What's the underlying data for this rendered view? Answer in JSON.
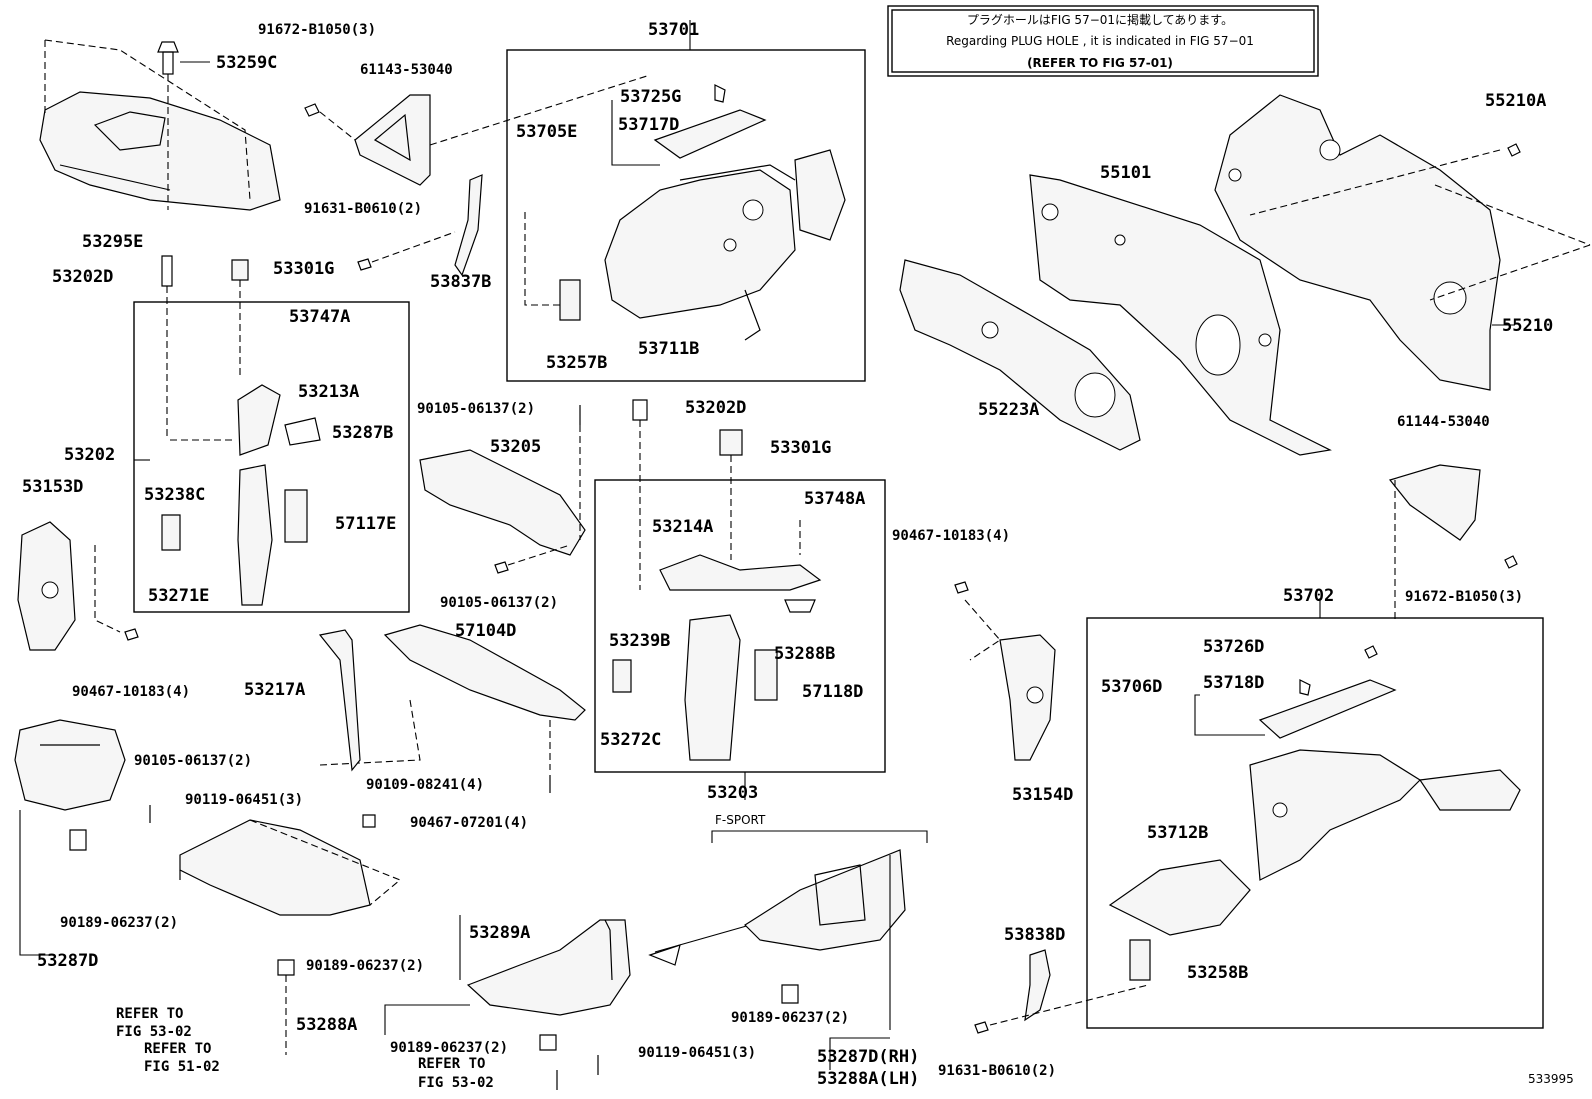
{
  "note": {
    "line1": "プラグホールはFIG 57−01に掲載してあります。",
    "line2": "Regarding  PLUG HOLE , it is indicated in FIG 57−01",
    "line3": "(REFER TO FIG 57-01)"
  },
  "labels": {
    "l_91672_b1050_a": "91672-B1050(3)",
    "l_53259c": "53259C",
    "l_61143_53040": "61143-53040",
    "l_53701": "53701",
    "l_53725g": "53725G",
    "l_53705e": "53705E",
    "l_53717d": "53717D",
    "l_55210a": "55210A",
    "l_55101": "55101",
    "l_53295e": "53295E",
    "l_91631_b0610_a": "91631-B0610(2)",
    "l_53202d_a": "53202D",
    "l_53301g_a": "53301G",
    "l_53837b": "53837B",
    "l_53257b": "53257B",
    "l_53711b": "53711B",
    "l_55210": "55210",
    "l_53747a": "53747A",
    "l_53213a": "53213A",
    "l_53287b": "53287B",
    "l_53202": "53202",
    "l_53238c": "53238C",
    "l_53153d": "53153D",
    "l_57117e": "57117E",
    "l_53271e": "53271E",
    "l_90467_10183_a": "90467-10183(4)",
    "l_55223a": "55223A",
    "l_90105_06137_a": "90105-06137(2)",
    "l_53202d_b": "53202D",
    "l_53205": "53205",
    "l_53301g_b": "53301G",
    "l_61144_53040": "61144-53040",
    "l_53748a": "53748A",
    "l_53214a": "53214A",
    "l_90467_10183_b": "90467-10183(4)",
    "l_90105_06137_b": "90105-06137(2)",
    "l_91672_b1050_b": "91672-B1050(3)",
    "l_53702": "53702",
    "l_57104d": "57104D",
    "l_53239b": "53239B",
    "l_53288b": "53288B",
    "l_53726d": "53726D",
    "l_53706d": "53706D",
    "l_53718d": "53718D",
    "l_53217a": "53217A",
    "l_57118d": "57118D",
    "l_53272c": "53272C",
    "l_90105_06137_c": "90105-06137(2)",
    "l_53203": "53203",
    "l_90119_06451_a": "90119-06451(3)",
    "l_90109_08241": "90109-08241(4)",
    "l_53154d": "53154D",
    "l_90467_07201": "90467-07201(4)",
    "l_fsport": "F-SPORT",
    "l_53712b": "53712B",
    "l_90189_06237_a": "90189-06237(2)",
    "l_53289a": "53289A",
    "l_53838d": "53838D",
    "l_53287d": "53287D",
    "l_90189_06237_b": "90189-06237(2)",
    "l_53258b": "53258B",
    "l_refer_a1": "REFER TO",
    "l_refer_a2": "FIG 53-02",
    "l_90189_06237_c": "90189-06237(2)",
    "l_refer_b1": "REFER TO",
    "l_refer_b2": "FIG 51-02",
    "l_53288a": "53288A",
    "l_90189_06237_d": "90189-06237(2)",
    "l_90119_06451_b": "90119-06451(3)",
    "l_refer_c1": "REFER TO",
    "l_refer_c2": "FIG 53-02",
    "l_53287d_rh": "53287D(RH)",
    "l_53288a_lh": "53288A(LH)",
    "l_91631_b0610_b": "91631-B0610(2)",
    "l_figure_id": "533995"
  }
}
